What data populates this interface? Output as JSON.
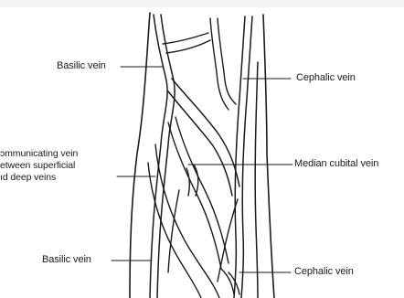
{
  "labels": {
    "basilic_top": "Basilic vein",
    "cephalic_top": "Cephalic vein",
    "communicating": "ɔmmunicating vein\netween superficial\nıd deep veins",
    "median_cubital": "Median cubital vein",
    "basilic_bottom": "Basilic vein",
    "cephalic_bottom": "Cephalic vein"
  }
}
